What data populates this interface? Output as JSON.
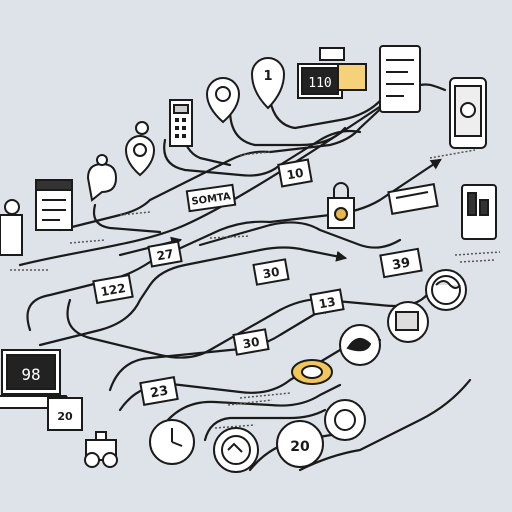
{
  "diagram": {
    "background": "#dde3e8",
    "ink": "#1b1b1b",
    "accent": "#e8b84a",
    "labels": {
      "top_screen": "110",
      "mid_tag": "SOMTA",
      "right_tag": "10",
      "tag_27": "27",
      "tag_122": "122",
      "tag_30a": "30",
      "tag_39": "39",
      "tag_13": "13",
      "tag_30b": "30",
      "tag_23": "23",
      "laptop_screen": "98",
      "cube_num": "20",
      "clock_num": "20"
    },
    "icons": [
      "location-pin-icon",
      "location-pin-icon",
      "location-pin-icon",
      "calculator-icon",
      "laptop-screen-icon",
      "tablet-icon",
      "smartphone-icon",
      "calendar-icon",
      "chat-bubble-icon",
      "lock-icon",
      "wallet-icon",
      "globe-icon",
      "clock-icon",
      "lemon-icon",
      "watch-icon",
      "robot-icon"
    ]
  }
}
